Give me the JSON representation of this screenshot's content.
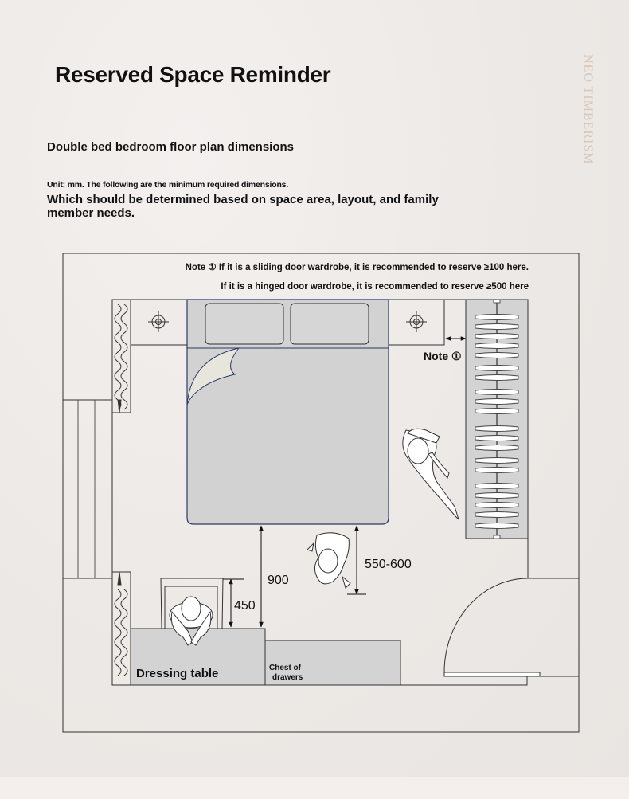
{
  "header": {
    "title": "Reserved Space Reminder",
    "brand": "NEO TIMBERISM"
  },
  "intro": {
    "subtitle": "Double bed bedroom floor plan dimensions",
    "unit_note": "Unit: mm. The following are the minimum required dimensions.",
    "description": "Which should be determined based on space area, layout, and family member needs."
  },
  "floor_plan": {
    "note_sliding": "Note ① If it is a sliding door wardrobe, it is recommended to reserve ≥100 here.",
    "note_hinged": "If it is a hinged door wardrobe, it is recommended to reserve ≥500 here",
    "note_marker": "Note ①",
    "dims": {
      "bed_to_furniture": "900",
      "walkway": "550-600",
      "chair_clearance": "450"
    },
    "labels": {
      "dressing_table": "Dressing table",
      "chest_line1": "Chest of",
      "chest_line2": "drawers"
    },
    "colors": {
      "furniture_fill": "#d3d3d3",
      "bed_fill": "#d2d2d2",
      "bed_outline": "#2b3a67",
      "wall_line": "#333333"
    }
  }
}
